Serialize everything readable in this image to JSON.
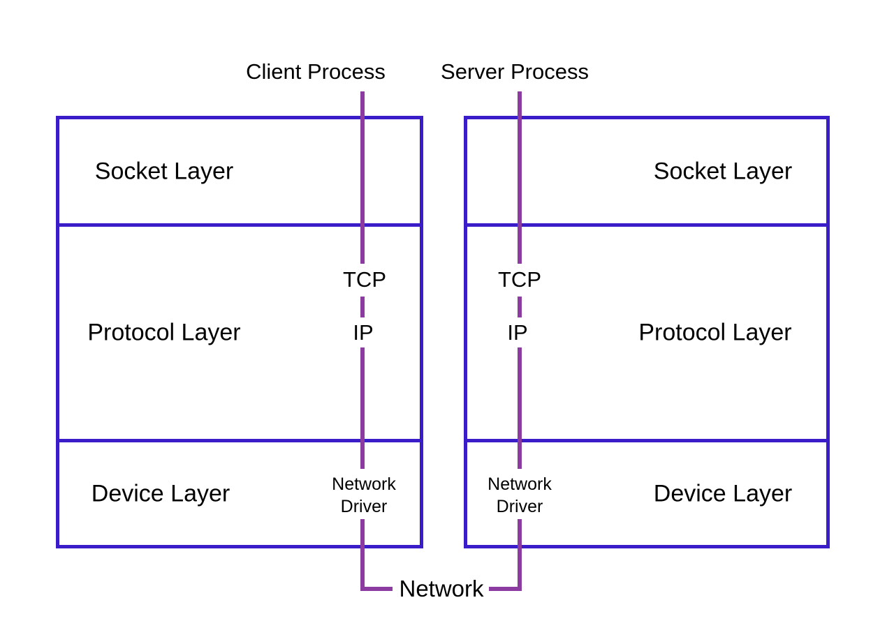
{
  "colors": {
    "box_border": "#3a1cc9",
    "connector": "#8c3ba0",
    "text": "#000000",
    "background": "#ffffff"
  },
  "client": {
    "title": "Client Process",
    "layers": {
      "socket": "Socket Layer",
      "protocol": "Protocol Layer",
      "device": "Device Layer"
    },
    "tcp": "TCP",
    "ip": "IP",
    "driver_line1": "Network",
    "driver_line2": "Driver"
  },
  "server": {
    "title": "Server Process",
    "layers": {
      "socket": "Socket Layer",
      "protocol": "Protocol Layer",
      "device": "Device Layer"
    },
    "tcp": "TCP",
    "ip": "IP",
    "driver_line1": "Network",
    "driver_line2": "Driver"
  },
  "network_label": "Network"
}
